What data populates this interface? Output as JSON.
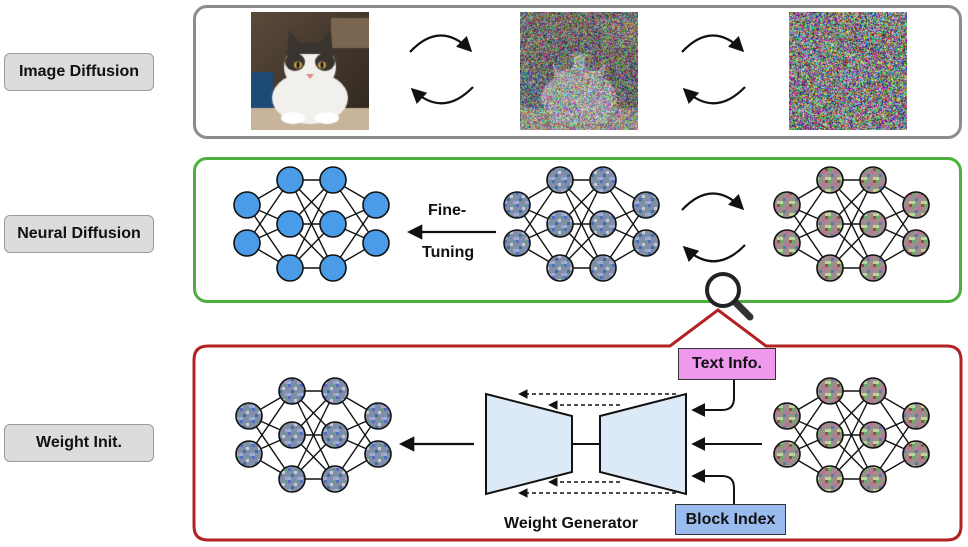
{
  "rows": {
    "image": "Image Diffusion",
    "neural": "Neural Diffusion",
    "weight": "Weight Init."
  },
  "fine_tuning": {
    "line1": "Fine-",
    "line2": "Tuning"
  },
  "text_info": "Text Info.",
  "block_index": "Block Index",
  "weight_generator": "Weight Generator",
  "colors": {
    "panel_gray": "#8c8c8c",
    "panel_green": "#4caf3e",
    "panel_red": "#b22222",
    "node_blue": "#4a9be8",
    "trapezoid_fill": "#dbeaf6",
    "text_info_fill": "#ee99ee",
    "block_index_fill": "#99bbee"
  }
}
